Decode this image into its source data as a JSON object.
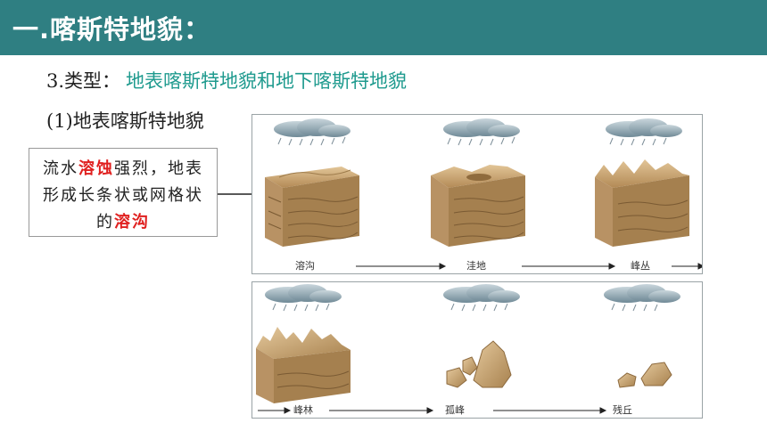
{
  "header": {
    "title": "一.喀斯特地貌："
  },
  "section": {
    "type_prefix": "3.类型：",
    "type_value": "地表喀斯特地貌和地下喀斯特地貌",
    "subtitle": "(1)地表喀斯特地貌"
  },
  "description": {
    "part1": "流水",
    "highlight1": "溶蚀",
    "part2": "强烈，地表形成长条状或网格状的",
    "highlight2": "溶沟"
  },
  "stages_top": [
    "溶沟",
    "洼地",
    "峰丛"
  ],
  "stages_bottom": [
    "峰林",
    "孤峰",
    "残丘"
  ],
  "colors": {
    "header": "#2f7f82",
    "accent": "#1e9a8e",
    "highlight": "#e0201f"
  }
}
